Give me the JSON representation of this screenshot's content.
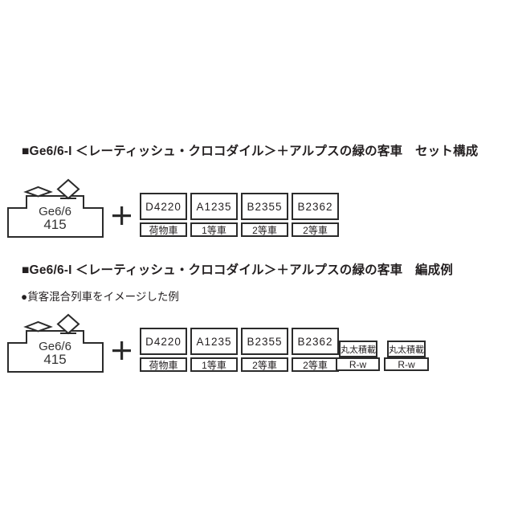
{
  "page": {
    "background": "#ffffff",
    "ink_color": "#231f20",
    "line_color": "#2b2b2b"
  },
  "sections": [
    {
      "heading": "■Ge6/6-I ＜レーティッシュ・クロコダイル＞＋アルプスの緑の客車　セット構成",
      "locomotive": {
        "class_label": "Ge6/6",
        "number_label": "415"
      },
      "separator_icon": "plus-icon",
      "cars": [
        {
          "number": "D4220",
          "type": "荷物車"
        },
        {
          "number": "A1235",
          "type": "1等車"
        },
        {
          "number": "B2355",
          "type": "2等車"
        },
        {
          "number": "B2362",
          "type": "2等車"
        }
      ]
    },
    {
      "heading": "■Ge6/6-I ＜レーティッシュ・クロコダイル＞＋アルプスの緑の客車　編成例",
      "note": "●貨客混合列車をイメージした例",
      "locomotive": {
        "class_label": "Ge6/6",
        "number_label": "415"
      },
      "separator_icon": "plus-icon",
      "cars": [
        {
          "number": "D4220",
          "type": "荷物車"
        },
        {
          "number": "A1235",
          "type": "1等車"
        },
        {
          "number": "B2355",
          "type": "2等車"
        },
        {
          "number": "B2362",
          "type": "2等車"
        }
      ],
      "extra_wagons": [
        {
          "load": "丸太積載",
          "code": "R-w"
        },
        {
          "load": "丸太積載",
          "code": "R-w"
        }
      ]
    }
  ]
}
